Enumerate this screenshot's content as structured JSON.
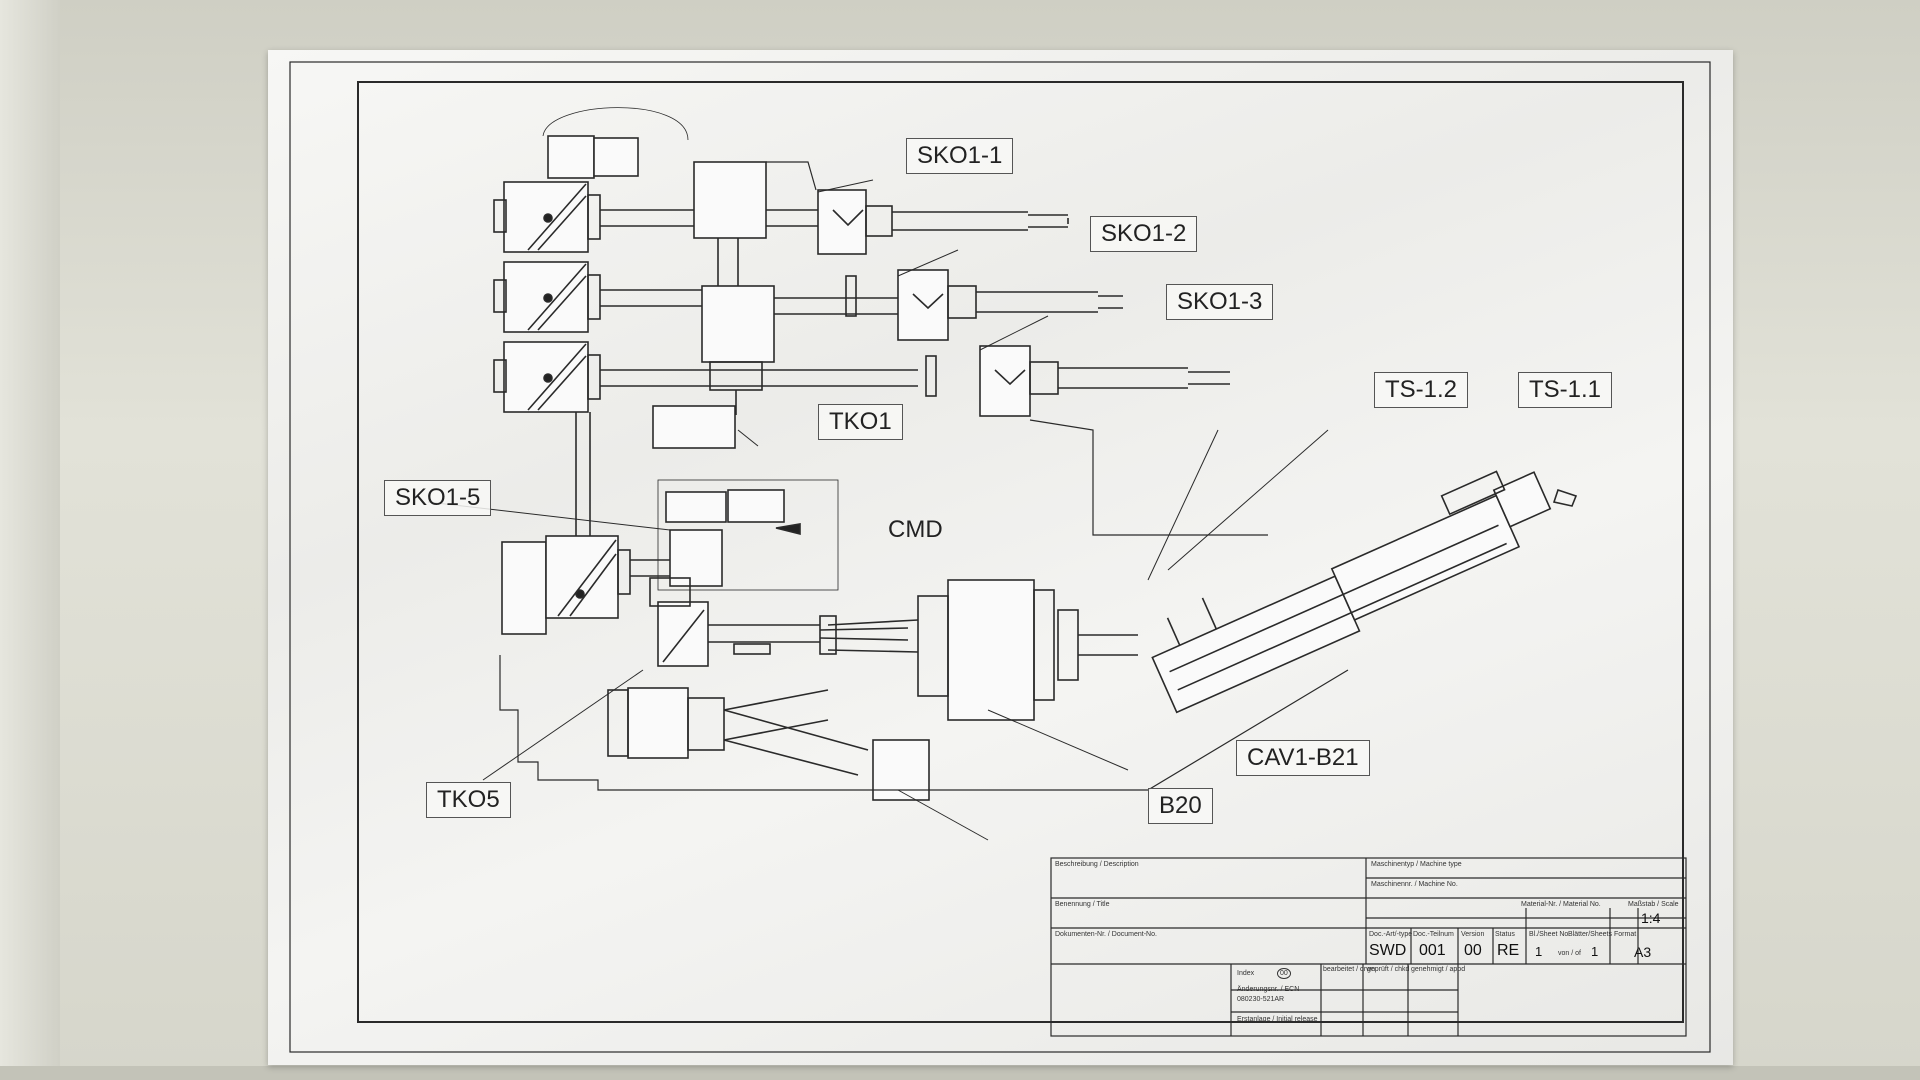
{
  "labels": {
    "sko1_1": "SKO1-1",
    "sko1_2": "SKO1-2",
    "sko1_3": "SKO1-3",
    "tko1": "TKO1",
    "sko1_5": "SKO1-5",
    "cmd": "CMD",
    "ts_1_2": "TS-1.2",
    "ts_1_1": "TS-1.1",
    "tko5": "TKO5",
    "cav1_b21": "CAV1-B21",
    "b20": "B20"
  },
  "title_block": {
    "description_label": "Beschreibung / Description",
    "title_label": "Benennung / Title",
    "document_no_label": "Dokumenten-Nr. / Document-No.",
    "machine_type_label": "Maschinentyp / Machine type",
    "machine_no_label": "Maschinennr. / Machine No.",
    "material_no_label": "Material-Nr. / Material No.",
    "scale_label": "Maßstab / Scale",
    "scale": "1:4",
    "doc_type_label": "Doc.-Art/-type",
    "doc_type": "SWD",
    "doc_part_label": "Doc.-Teilnum",
    "doc_part": "001",
    "version_label": "Version",
    "version": "00",
    "status_label": "Status",
    "status": "RE",
    "sheet_no_label": "Bl./Sheet No.",
    "sheet_no": "1",
    "of_label": "von / of",
    "sheets_label": "Blätter/Sheets",
    "sheets": "1",
    "format_label": "Format",
    "format": "A3",
    "index_label": "Index",
    "index": "00",
    "drawn_label": "bearbeitet / drwn",
    "checked_label": "geprüft / chkd",
    "approved_label": "genehmigt / appd",
    "ecn_label": "Änderungsnr. / ECN",
    "ecn": "080230-521AR",
    "initial_label": "Erstanlage / Initial release"
  },
  "colors": {
    "line": "#2a2a2a",
    "paper": "#f3f3f1",
    "wall": "#d9d9cf"
  }
}
